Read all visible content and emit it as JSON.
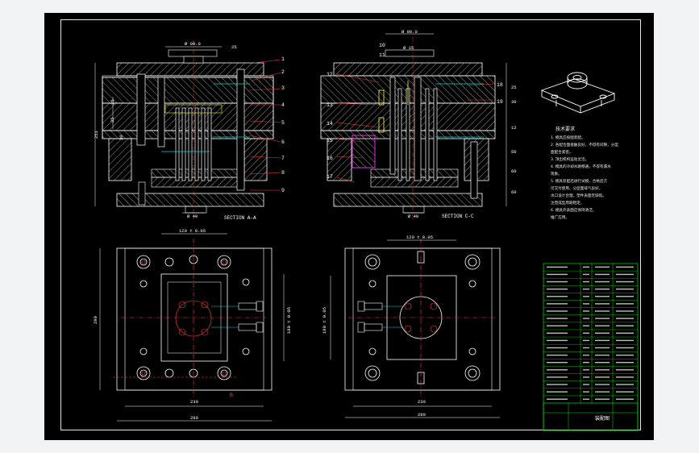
{
  "sections": {
    "left_title": "SECTION A-A",
    "right_title": "SECTION C-C"
  },
  "left_view": {
    "top_dims": [
      "Ø 90.0",
      "25"
    ],
    "side_dims": [
      "25",
      "25",
      "30",
      "251"
    ],
    "bottom_dim": "Ø 40",
    "callouts": [
      "1",
      "2",
      "3",
      "4",
      "5",
      "6",
      "7",
      "8",
      "9"
    ]
  },
  "right_view": {
    "top_dims": [
      "Ø 90.0",
      "Ø 15"
    ],
    "side_dims": [
      "25",
      "30",
      "12",
      "50",
      "60",
      "60"
    ],
    "bottom_dim": "Ø 40",
    "callouts_left": [
      "10",
      "11",
      "12",
      "13",
      "14",
      "15",
      "16",
      "17"
    ],
    "callouts_right": [
      "18",
      "19"
    ]
  },
  "plan_left": {
    "top_dim": "120 ± 0.05",
    "side_dim": "180 ± 0.05",
    "height_dim": "290",
    "width_inner": "230",
    "width_outer": "280",
    "marker": "B"
  },
  "plan_right": {
    "top_dim": "120 ± 0.05",
    "side_dim": "180 ± 0.05",
    "width_inner": "230",
    "width_outer": "280"
  },
  "notes": {
    "title": "技术要求",
    "lines": [
      "1. 模具应按图装配。",
      "2. 各配合面接触良好，不得有间隙，分型",
      "   面配合紧密。",
      "3. 顶出机构运动灵活。",
      "4. 模具的冷却水路畅通，不得有漏水",
      "   现象。",
      "5. 模具装配后进行试模，合格后方",
      "   可交付使用。分型面排气良好，",
      "   水口设计合理，塑件表面无缺陷。",
      "   注塑成型周期稳定。",
      "6. 模具外表面应保持清洁，",
      "   推广应用。"
    ]
  },
  "title_block": {
    "label": "装配图"
  },
  "colors": {
    "paper": "#000000",
    "outline": "#ffffff",
    "hatch": "#9a9a9a",
    "dimension": "#ffffff",
    "leader": "#ff3b3b",
    "centerline": "#ff3b3b",
    "cooling": "#00d8d8",
    "core": "#ffff33",
    "table_line": "#00e000",
    "table_text": "#d8d8d8",
    "insert": "#ff33ff"
  }
}
